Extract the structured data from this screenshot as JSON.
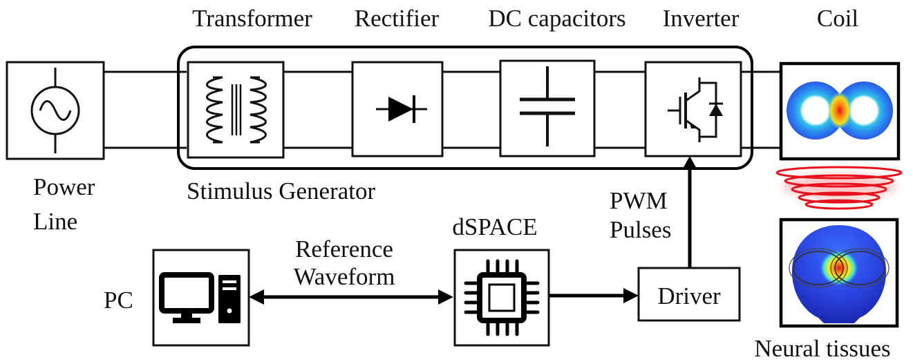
{
  "labels": {
    "transformer": "Transformer",
    "rectifier": "Rectifier",
    "dc_capacitors": "DC capacitors",
    "inverter": "Inverter",
    "coil": "Coil",
    "power_line_1": "Power",
    "power_line_2": "Line",
    "stimulus_generator": "Stimulus Generator",
    "pwm": "PWM",
    "pulses": "Pulses",
    "dspace": "dSPACE",
    "reference": "Reference",
    "waveform": "Waveform",
    "pc": "PC",
    "driver": "Driver",
    "neural_tissues": "Neural tissues"
  },
  "icons": {
    "ac_source": "ac-source-icon",
    "transformer": "transformer-icon",
    "diode": "diode-icon",
    "capacitor": "capacitor-icon",
    "igbt": "igbt-icon",
    "chip": "chip-icon",
    "computer": "computer-icon",
    "coil_field": "coil-field-icon",
    "head_field": "head-field-icon",
    "magnetic_waves": "magnetic-wave-icon"
  },
  "colors": {
    "line": "#111111",
    "field_red": "#e8101a",
    "field_blue": "#2a6cf0"
  }
}
